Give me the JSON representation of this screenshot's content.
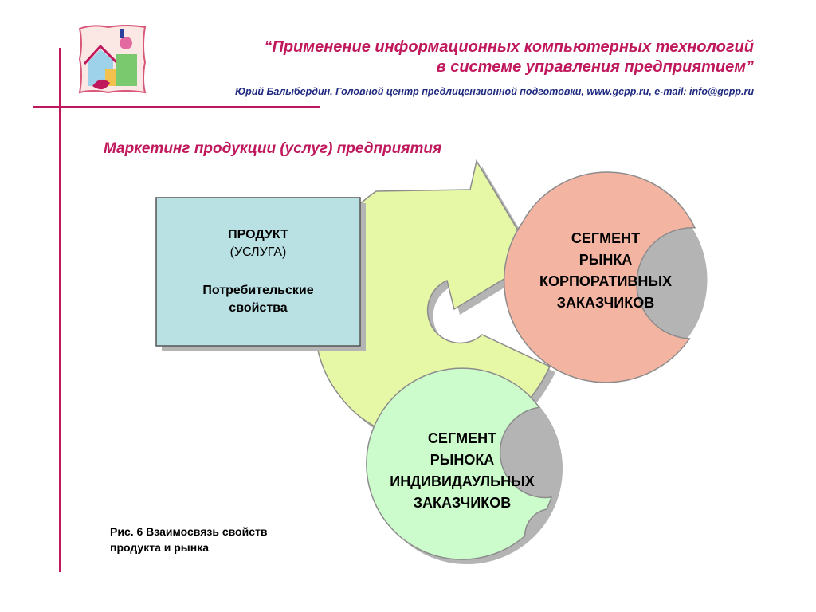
{
  "header": {
    "title_line1": "“Применение информационных компьютерных технологий",
    "title_line2": "в системе управления предприятием”",
    "author": "Юрий Балыбердин, Головной центр предлицензионной подготовки, www.gcpp.ru, e-mail: info@gcpp.ru"
  },
  "section_title": "Маркетинг продукции (услуг) предприятия",
  "diagram": {
    "product_box": {
      "line1": "ПРОДУКТ",
      "line2": "(УСЛУГА)",
      "line3": "Потребительские",
      "line4": "свойства"
    },
    "segment_corporate": {
      "lines": [
        "СЕГМЕНТ",
        "РЫНКА",
        "КОРПОРАТИВНЫХ",
        "ЗАКАЗЧИКОВ"
      ]
    },
    "segment_individual": {
      "lines": [
        "СЕГМЕНТ",
        "РЫНОКА",
        "ИНДИВИДАУЛЬНЫХ",
        "ЗАКАЗЧИКОВ"
      ]
    }
  },
  "caption": {
    "line1": "Рис. 6 Взаимосвязь свойств",
    "line2": "продукта и рынка"
  },
  "colors": {
    "accent": "#c0185c",
    "author_text": "#1f2a80",
    "arrow_fill": "#e6f8a6",
    "product_fill": "#b9e0e2",
    "corporate_fill": "#f4b4a2",
    "individual_fill": "#ccfccc"
  }
}
